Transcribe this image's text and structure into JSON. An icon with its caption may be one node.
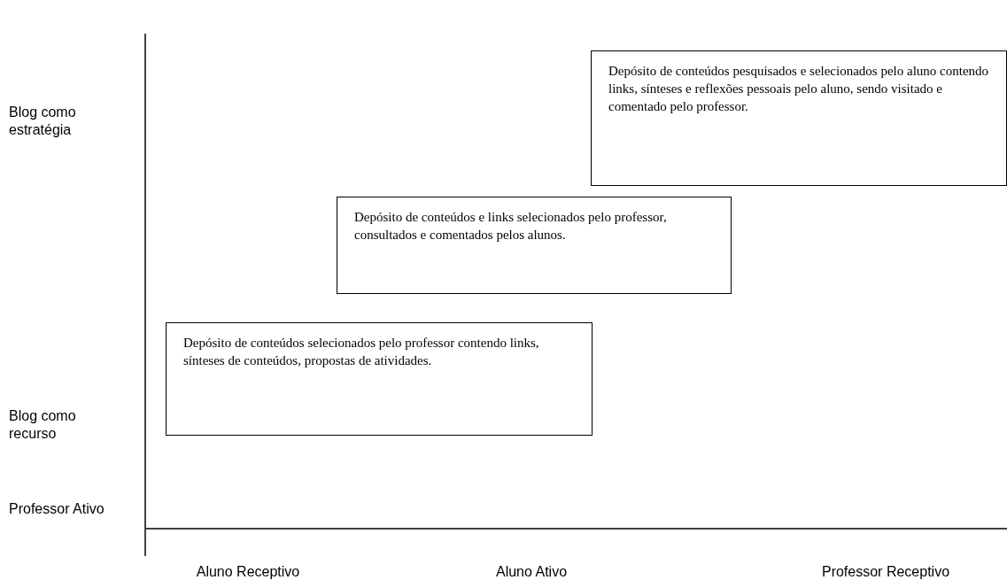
{
  "diagram": {
    "nodes": [
      {
        "text": [
          "Depósito de conteúdos pesquisados e selecionados pelo aluno contendo links, sínteses e reflexões pessoais pelo aluno, sendo visitado e comentado pelo professor."
        ]
      },
      {
        "text": [
          "Depósito de conteúdos e links selecionados pelo professor, consultados e comentados pelos alunos."
        ]
      },
      {
        "text": [
          "Depósito de conteúdos selecionados pelo professor contendo links, sínteses de conteúdos, propostas de atividades."
        ]
      }
    ],
    "labels": [
      "Blog como estratégia",
      "Blog como recurso",
      "Professor Ativo",
      "Aluno Receptivo",
      "Aluno Ativo",
      "Professor Receptivo"
    ]
  }
}
